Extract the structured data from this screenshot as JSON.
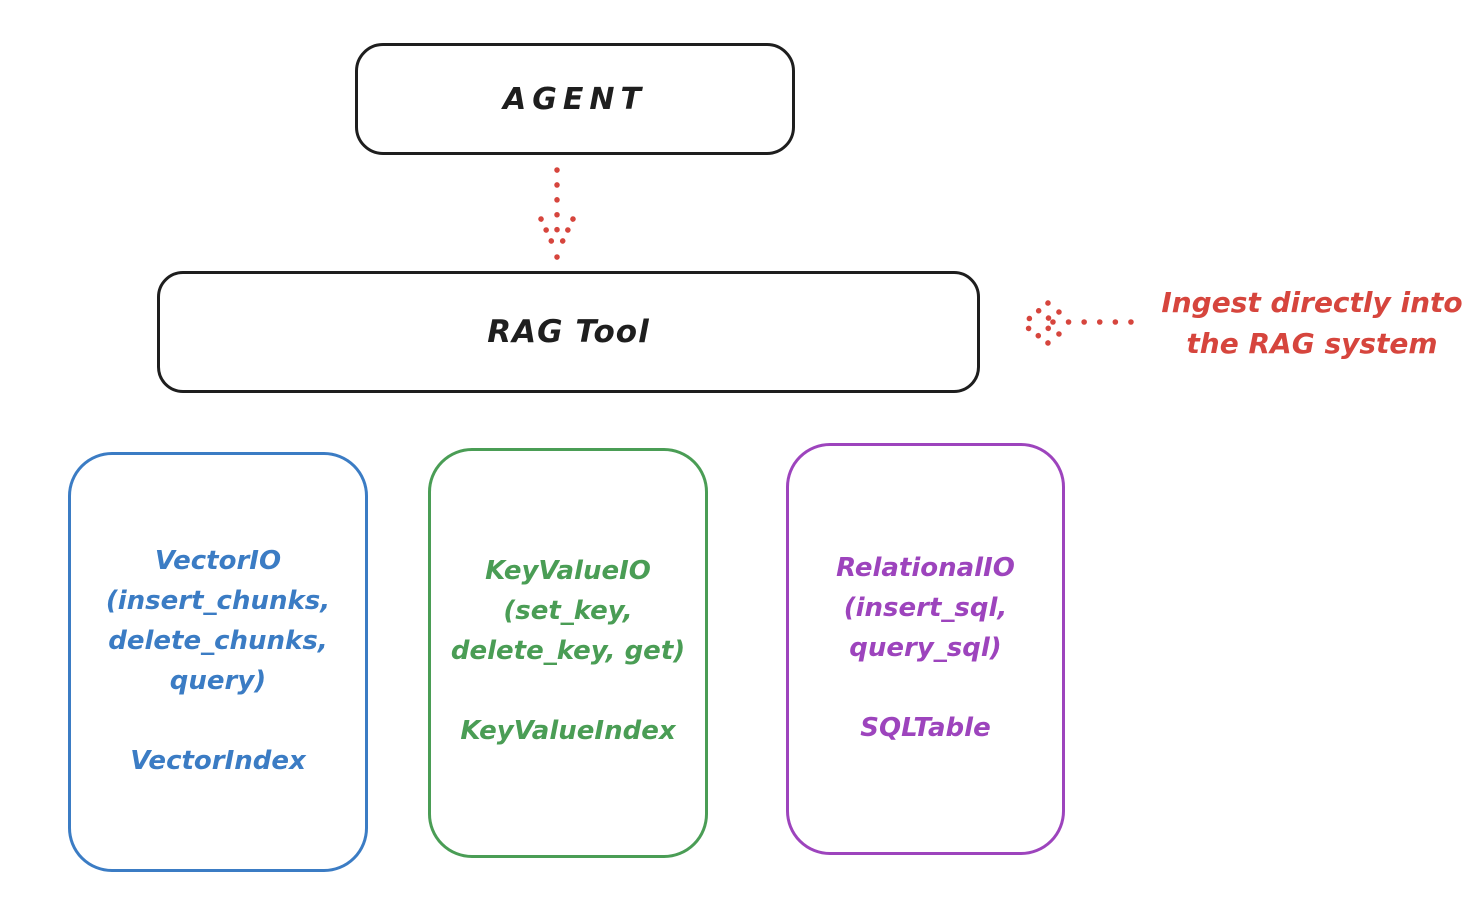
{
  "colors": {
    "ink": "#1e1e1e",
    "red": "#d6453d",
    "blue": "#3b7cc4",
    "green": "#4a9d55",
    "purple": "#9d44bd",
    "background": "#ffffff"
  },
  "agent_box": {
    "label": "AGENT"
  },
  "rag_tool_box": {
    "label": "RAG Tool"
  },
  "annotation": {
    "line1": "Ingest directly into",
    "line2": "the RAG system",
    "color": "#d6453d"
  },
  "io_boxes": [
    {
      "name": "vector-io",
      "color": "#3b7cc4",
      "line1": "VectorIO",
      "line2": "(insert_chunks,",
      "line3": "delete_chunks,",
      "line4": "query)",
      "index_label": "VectorIndex"
    },
    {
      "name": "keyvalue-io",
      "color": "#4a9d55",
      "line1": "KeyValueIO",
      "line2": "(set_key,",
      "line3": "delete_key, get)",
      "index_label": "KeyValueIndex"
    },
    {
      "name": "relational-io",
      "color": "#9d44bd",
      "line1": "RelationalIO",
      "line2": "(insert_sql,",
      "line3": "query_sql)",
      "index_label": "SQLTable"
    }
  ]
}
